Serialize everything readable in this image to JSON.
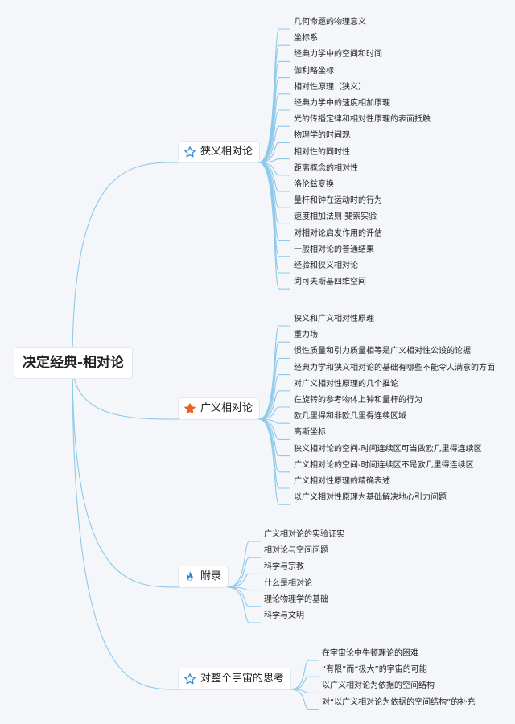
{
  "root": {
    "label": "决定经典-相对论"
  },
  "branches": [
    {
      "label": "狭义相对论",
      "icon": "star-outline-icon",
      "icon_color": "#3a8fd6",
      "children": [
        "几何命题的物理意义",
        "坐标系",
        "经典力学中的空间和时间",
        "伽利略坐标",
        "相对性原理（狭义）",
        "经典力学中的速度相加原理",
        "光的传播定律和相对性原理的表面抵触",
        "物理学的时间观",
        "相对性的同时性",
        "距离概念的相对性",
        "洛伦兹变换",
        "量杆和钟在运动时的行为",
        "速度相加法则 斐索实验",
        "对相对论启发作用的评估",
        "一般相对论的普通结果",
        "经验和狭义相对论",
        "闵可夫斯基四维空间"
      ]
    },
    {
      "label": "广义相对论",
      "icon": "star-filled-icon",
      "icon_color": "#e8622a",
      "children": [
        "狭义和广义相对性原理",
        "重力场",
        "惯性质量和引力质量相等是广义相对性公设的论据",
        "经典力学和狭义相对论的基础有哪些不能令人满意的方面",
        "对广义相对性原理的几个推论",
        "在旋转的参考物体上钟和量杆的行为",
        "欧几里得和非欧几里得连续区域",
        "高斯坐标",
        "狭义相对论的空间-时间连续区可当做欧几里得连续区",
        "广义相对论的空间-时间连续区不是欧几里得连续区",
        "广义相对性原理的精确表述",
        "以广义相对性原理为基础解决地心引力问题"
      ]
    },
    {
      "label": "附录",
      "icon": "flame-icon",
      "icon_color": "#2f7fd0",
      "children": [
        "广义相对论的实验证实",
        "相对论与空间问题",
        "科学与宗教",
        "什么是相对论",
        "理论物理学的基础",
        "科学与文明"
      ]
    },
    {
      "label": "对整个宇宙的思考",
      "icon": "star-outline-icon",
      "icon_color": "#3a8fd6",
      "children": [
        "在宇宙论中牛顿理论的困难",
        "“有限”而“极大”的宇宙的可能",
        "以广义相对论为依据的空间结构",
        "对“以广义相对论为依据的空间结构”的补充"
      ]
    }
  ]
}
